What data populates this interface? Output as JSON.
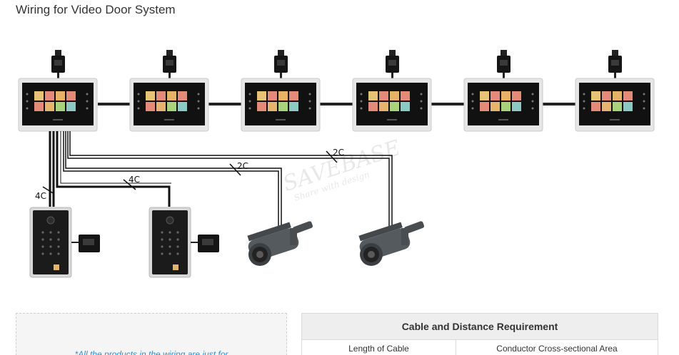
{
  "page_title": "Wiring for Video Door System",
  "diagram": {
    "monitors_count": 6,
    "wire_labels": {
      "door_station_1": "4C",
      "door_station_2": "4C",
      "camera_1": "2C",
      "camera_2": "2C"
    },
    "watermark": "SAVEBASE",
    "watermark_sub": "Share with design",
    "colors": {
      "monitor_frame": "#e6e6e6",
      "monitor_screen": "#111111",
      "wire": "#222222",
      "camera_body": "#555a5e",
      "door_station": "#1b1b1b"
    }
  },
  "note": {
    "text": "*All the products in the wiring are just for"
  },
  "requirement_table": {
    "title": "Cable and Distance Requirement",
    "headers": [
      "Length of Cable",
      "Conductor Cross-sectional Area"
    ]
  }
}
